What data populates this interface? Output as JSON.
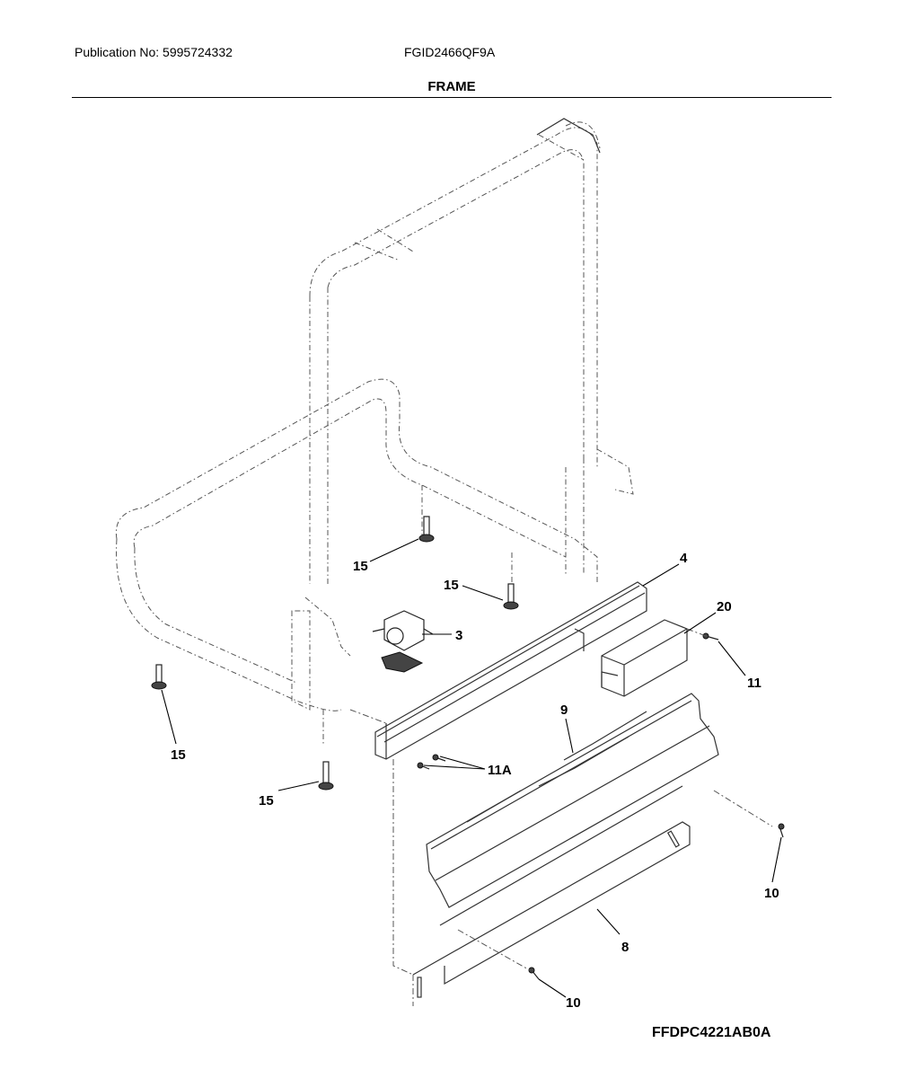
{
  "header": {
    "publication": "Publication No: 5995724332",
    "model": "FGID2466QF9A",
    "section_title": "FRAME"
  },
  "figure_code": "FFDPC4221AB0A",
  "callouts": {
    "c4": "4",
    "c20": "20",
    "c3": "3",
    "c11": "11",
    "c9": "9",
    "c11a": "11A",
    "c8": "8",
    "c10a": "10",
    "c10b": "10",
    "c15a": "15",
    "c15b": "15",
    "c15c": "15",
    "c15d": "15"
  }
}
